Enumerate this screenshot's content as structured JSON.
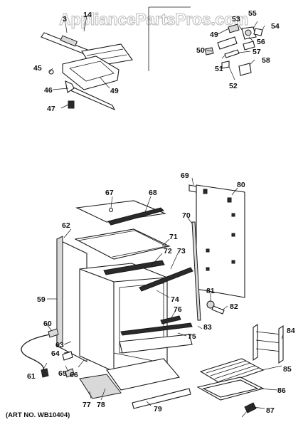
{
  "watermark": "AppliancePartsPros.com",
  "art_number": "(ART NO. WB10404)",
  "callouts": [
    "3",
    "14",
    "45",
    "46",
    "47",
    "49",
    "49",
    "50",
    "51",
    "52",
    "53",
    "55",
    "54",
    "56",
    "57",
    "58",
    "69",
    "80",
    "67",
    "68",
    "62",
    "71",
    "70",
    "72",
    "73",
    "59",
    "74",
    "81",
    "82",
    "76",
    "60",
    "83",
    "63",
    "64",
    "75",
    "84",
    "61",
    "65",
    "66",
    "85",
    "86",
    "77",
    "78",
    "79",
    "87"
  ]
}
